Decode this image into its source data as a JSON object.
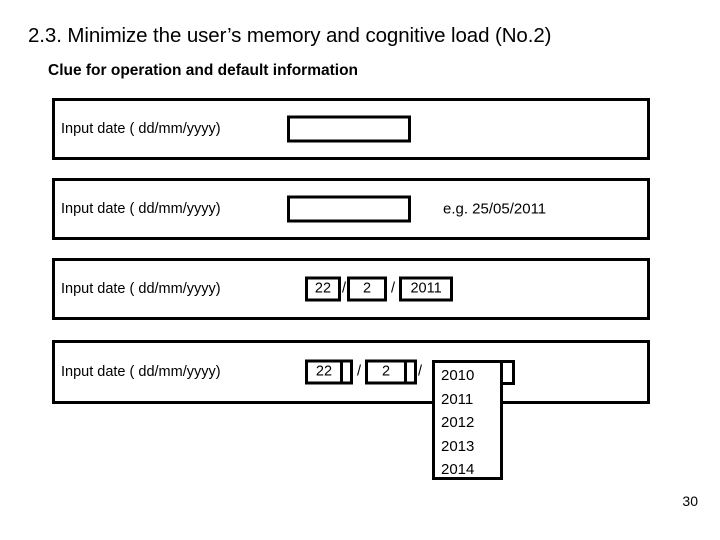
{
  "slide": {
    "title": "2.3. Minimize the user’s memory and cognitive load (No.2)",
    "subtitle": "Clue for operation and default information",
    "page_number": "30",
    "colors": {
      "background": "#ffffff",
      "foreground": "#000000",
      "border": "#000000"
    }
  },
  "examples": [
    {
      "id": "example-1",
      "label": "Input date ( dd/mm/yyyy)",
      "field_value": "",
      "field_placeholder": "",
      "hint": ""
    },
    {
      "id": "example-2",
      "label": "Input date ( dd/mm/yyyy)",
      "field_value": "",
      "field_placeholder": "",
      "hint": "e.g. 25/05/2011"
    },
    {
      "id": "example-3",
      "label": "Input date ( dd/mm/yyyy)",
      "day": "22",
      "separator_1": "/",
      "month": "2",
      "separator_2": "/",
      "year": "2011"
    },
    {
      "id": "example-4",
      "label": "Input date ( dd/mm/yyyy)",
      "day": "22",
      "separator_1": "/",
      "month": "2",
      "separator_2": "/",
      "year_selected": "2010",
      "year_options": [
        "2010",
        "2011",
        "2012",
        "2013",
        "2014"
      ]
    }
  ]
}
